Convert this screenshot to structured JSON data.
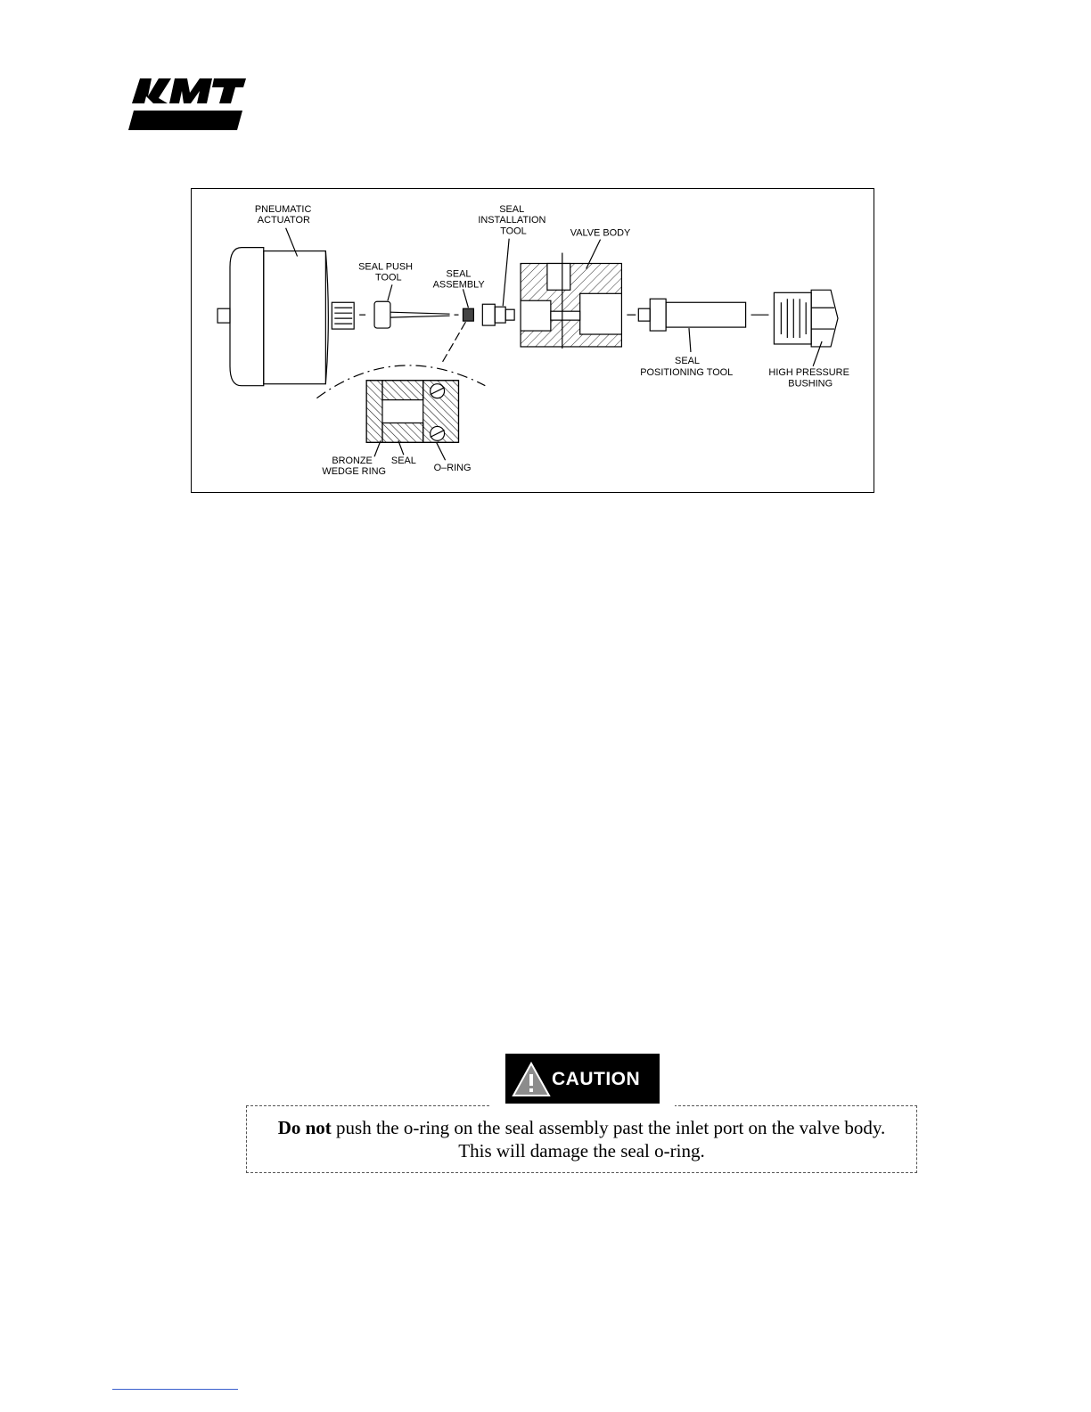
{
  "header": {
    "logo_text": "KMT"
  },
  "figure": {
    "labels": {
      "pneumatic_actuator_1": "PNEUMATIC",
      "pneumatic_actuator_2": "ACTUATOR",
      "seal_push_tool_1": "SEAL  PUSH",
      "seal_push_tool_2": "TOOL",
      "seal_assembly_1": "SEAL",
      "seal_assembly_2": "ASSEMBLY",
      "seal_installation_tool_1": "SEAL",
      "seal_installation_tool_2": "INSTALLATION",
      "seal_installation_tool_3": "TOOL",
      "valve_body": "VALVE  BODY",
      "seal_positioning_tool_1": "SEAL",
      "seal_positioning_tool_2": "POSITIONING  TOOL",
      "high_pressure_bushing_1": "HIGH  PRESSURE",
      "high_pressure_bushing_2": "BUSHING",
      "bronze_wedge_ring_1": "BRONZE",
      "bronze_wedge_ring_2": "WEDGE  RING",
      "seal": "SEAL",
      "o_ring": "O–RING"
    }
  },
  "caution": {
    "badge_label": "CAUTION",
    "emphasis": "Do not",
    "line1_rest": " push the o-ring on the seal assembly past the inlet port on the valve body.",
    "line2": "This will damage the seal o-ring."
  }
}
